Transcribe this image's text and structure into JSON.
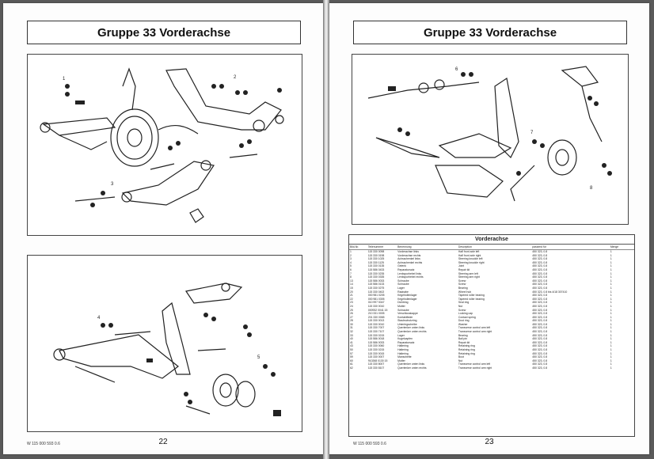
{
  "left_page": {
    "header": "Gruppe 33 Vorderachse",
    "page_number": "22",
    "footer_code": "W 115 000 593 0.6"
  },
  "right_page": {
    "header": "Gruppe 33 Vorderachse",
    "page_number": "23",
    "footer_code": "W 115 000 593 0.6",
    "table": {
      "title": "Vorderachse",
      "columns": [
        "Bild-Nr.",
        "Teilenummer",
        "Benennung",
        "Description",
        "passend für",
        "Menge"
      ],
      "rows": [
        [
          "1",
          "115 330 0098",
          "Vorderachse links",
          "Half front axle left",
          "450 323, 0.8",
          "1"
        ],
        [
          "2",
          "115 330 0198",
          "Vorderachse rechts",
          "Half front axle right",
          "450 323, 0.8",
          "1"
        ],
        [
          "3",
          "115 330 1025",
          "Achsschenkel links",
          "Steering knuckle left",
          "450 323, 0.8",
          "1"
        ],
        [
          "4",
          "115 330 1125",
          "Achsschenkel rechts",
          "Steering knuckle right",
          "450 323, 0.8",
          "1"
        ],
        [
          "5",
          "115 330 0135",
          "Gelenk",
          "Joint",
          "450 323, 0.8",
          "1"
        ],
        [
          "6",
          "115 586 0433",
          "Reparatursatz",
          "Repair kit",
          "450 323, 0.8",
          "1"
        ],
        [
          "7",
          "115 330 0235",
          "Lenkspurhebel links",
          "Steering arm left",
          "450 323, 0.8",
          "1"
        ],
        [
          "8",
          "115 330 0335",
          "Lenkspurhebel rechts",
          "Steering arm right",
          "450 323, 0.8",
          "1"
        ],
        [
          "13",
          "115 586 0033",
          "Schraube",
          "Screw",
          "450 323, 0.8",
          "1"
        ],
        [
          "14",
          "115 586 0133",
          "Schraube",
          "Screw",
          "450 323, 0.8",
          "1"
        ],
        [
          "15",
          "115 330 0275",
          "Lager",
          "Bearing",
          "450 323, 0.8",
          "1"
        ],
        [
          "20",
          "115 330 0402",
          "Radnabe",
          "Wheel hub",
          "450 323, 0.8 bis 4/18 307410",
          "1"
        ],
        [
          "21",
          "000 981 0205",
          "Kegelrollenlager",
          "Tapered roller bearing",
          "450 323, 0.8",
          "1"
        ],
        [
          "22",
          "000 981 0305",
          "Kegelrollenlager",
          "Tapered roller bearing",
          "450 323, 0.8",
          "1"
        ],
        [
          "23",
          "010 997 5347",
          "Dichtring",
          "Seal ring",
          "450 323, 0.8",
          "1"
        ],
        [
          "24",
          "115 330 0010",
          "Mutter",
          "Nut",
          "450 323, 0.8",
          "1"
        ],
        [
          "25",
          "000932 0041 15",
          "Schraube",
          "Screw",
          "450 323, 0.8",
          "1"
        ],
        [
          "26",
          "210 331 0005",
          "Verschlusskappe",
          "Locking cap",
          "450 323, 0.8",
          "1"
        ],
        [
          "27",
          "201 330 0065",
          "Kontaktfeder",
          "Contact spring",
          "450 323, 0.8",
          "1"
        ],
        [
          "28",
          "115 330 0013",
          "Staubschutzring",
          "Dust ring",
          "450 323, 0.8",
          "1"
        ],
        [
          "30",
          "115 330 0010",
          "Unterlegscheibe",
          "Washer",
          "450 323, 0.8",
          "1"
        ],
        [
          "31",
          "115 330 7007",
          "Querlenker unten links",
          "Transverse control arm left",
          "450 323, 0.8",
          "1"
        ],
        [
          "32",
          "115 330 7107",
          "Querlenker unten rechts",
          "Transverse control arm right",
          "450 323, 0.8",
          "1"
        ],
        [
          "33",
          "115 330 0215",
          "Lager",
          "Bearing",
          "450 323, 0.8",
          "1"
        ],
        [
          "40",
          "115 586 0018",
          "Kugelzapfen",
          "Ball pin",
          "450 323, 0.8",
          "1"
        ],
        [
          "41",
          "115 586 0033",
          "Reparatursatz",
          "Repair kit",
          "450 323, 0.8",
          "1"
        ],
        [
          "43",
          "115 330 0060",
          "Haltering",
          "Retaining ring",
          "450 323, 0.8",
          "1"
        ],
        [
          "50",
          "115 330 0215",
          "Haltering",
          "Retaining ring",
          "450 323, 0.8",
          "1"
        ],
        [
          "57",
          "115 330 0015",
          "Haltering",
          "Retaining ring",
          "450 323, 0.8",
          "1"
        ],
        [
          "59",
          "115 330 0007",
          "Manschette",
          "Boot",
          "450 323, 0.8",
          "1"
        ],
        [
          "60",
          "910268 0130 15",
          "Mutter",
          "Nut",
          "450 323, 0.8",
          "1"
        ],
        [
          "61",
          "115 330 8007",
          "Querlenker unten links",
          "Transverse control arm left",
          "450 323, 0.8",
          "1"
        ],
        [
          "62",
          "115 330 8107",
          "Querlenker unten rechts",
          "Transverse control arm right",
          "450 323, 0.8",
          "1"
        ]
      ]
    }
  },
  "diagram_labels": [
    "1",
    "2",
    "3",
    "4",
    "5",
    "6",
    "7",
    "8"
  ]
}
